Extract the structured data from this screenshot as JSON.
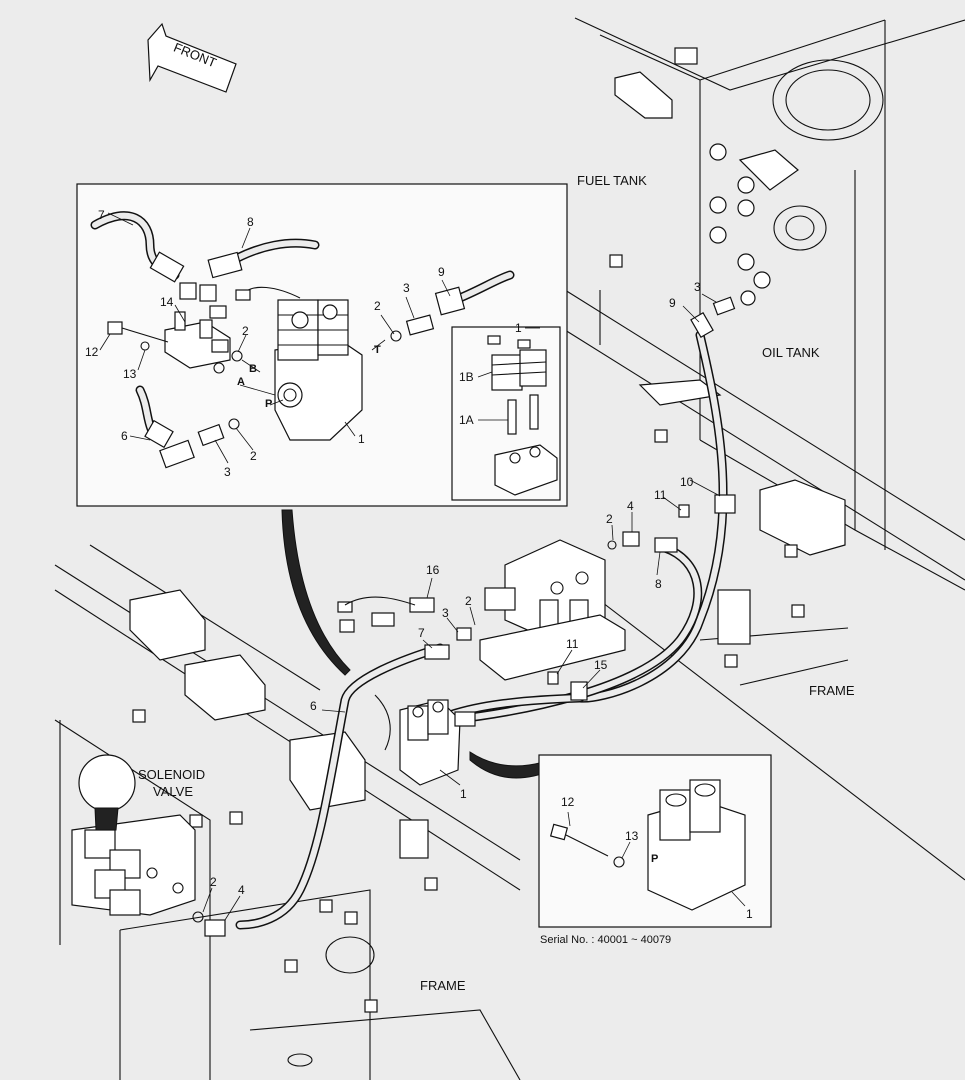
{
  "labels": {
    "front": "FRONT",
    "fuel_tank": "FUEL TANK",
    "oil_tank": "OIL TANK",
    "frame_upper": "FRAME",
    "frame_lower": "FRAME",
    "solenoid_valve_line1": "SOLENOID",
    "solenoid_valve_line2": "VALVE",
    "serial_no": "Serial No. : 40001 ~ 40079"
  },
  "port_letters": {
    "t": "T",
    "b": "B",
    "a": "A",
    "p": "P"
  },
  "inset_upper": {
    "callouts": {
      "c7": "7",
      "c8": "8",
      "c14": "14",
      "c12": "12",
      "c13": "13",
      "c2a": "2",
      "c2b": "2",
      "c2c": "2",
      "c3a": "3",
      "c3b": "3",
      "c9": "9",
      "c6": "6",
      "c1": "1"
    }
  },
  "inset_detail": {
    "callouts": {
      "c1": "1",
      "c1b": "1B",
      "c1a": "1A"
    }
  },
  "main": {
    "callouts": {
      "c9": "9",
      "c3": "3",
      "c10": "10",
      "c11a": "11",
      "c2a": "2",
      "c4a": "4",
      "c8": "8",
      "c16": "16",
      "c2b": "2",
      "c3b": "3",
      "c7": "7",
      "c11b": "11",
      "c15": "15",
      "c6": "6",
      "c1": "1",
      "c2c": "2",
      "c4b": "4"
    }
  },
  "inset_lower": {
    "callouts": {
      "c12": "12",
      "c13": "13",
      "c1": "1"
    },
    "port_p": "P"
  }
}
